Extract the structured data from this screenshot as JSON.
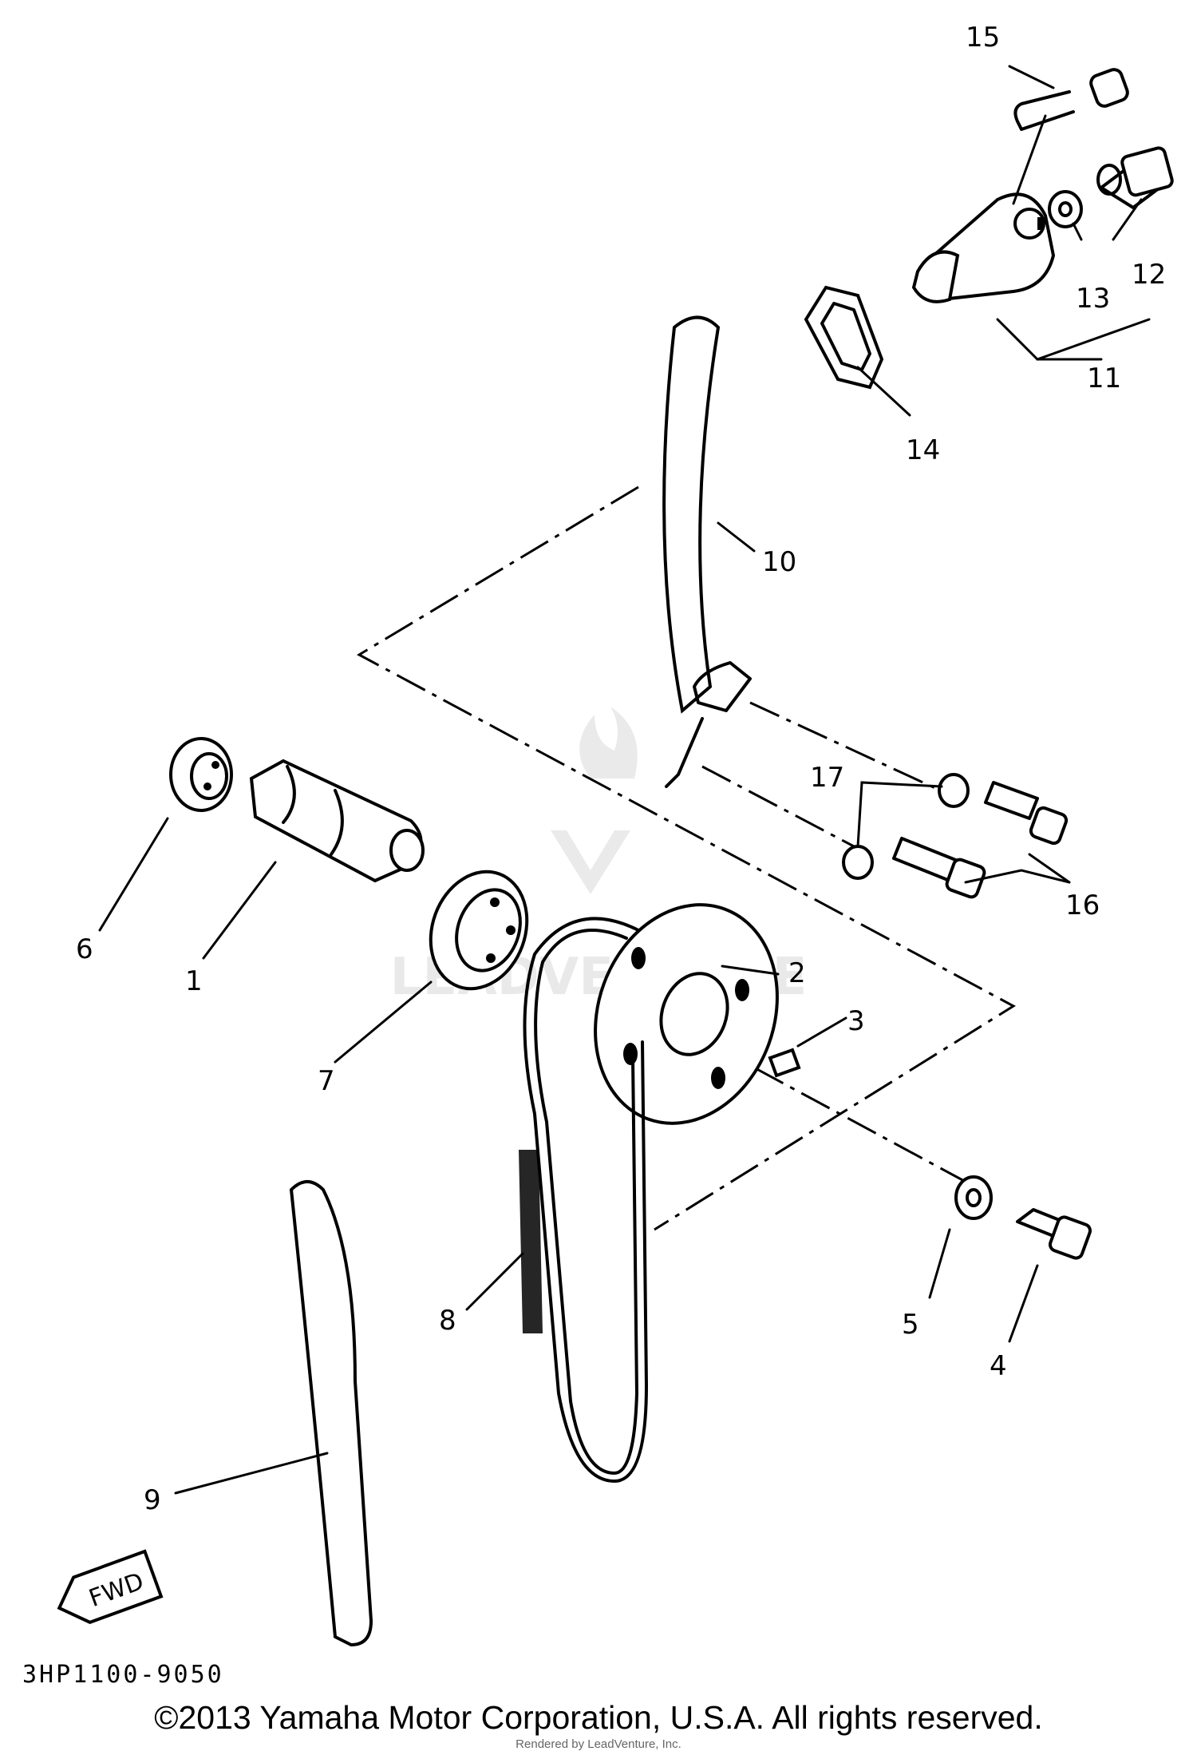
{
  "diagram": {
    "part_callouts": [
      "1",
      "2",
      "3",
      "4",
      "5",
      "6",
      "7",
      "8",
      "9",
      "10",
      "11",
      "12",
      "13",
      "14",
      "15",
      "16",
      "17"
    ],
    "fwd_label": "FWD",
    "drawing_code": "3HP1100-9050",
    "watermark_text": "LEADVENTURE"
  },
  "footer": {
    "copyright": "©2013 Yamaha Motor Corporation, U.S.A. All rights reserved.",
    "rendered_by": "Rendered by LeadVenture, Inc."
  }
}
